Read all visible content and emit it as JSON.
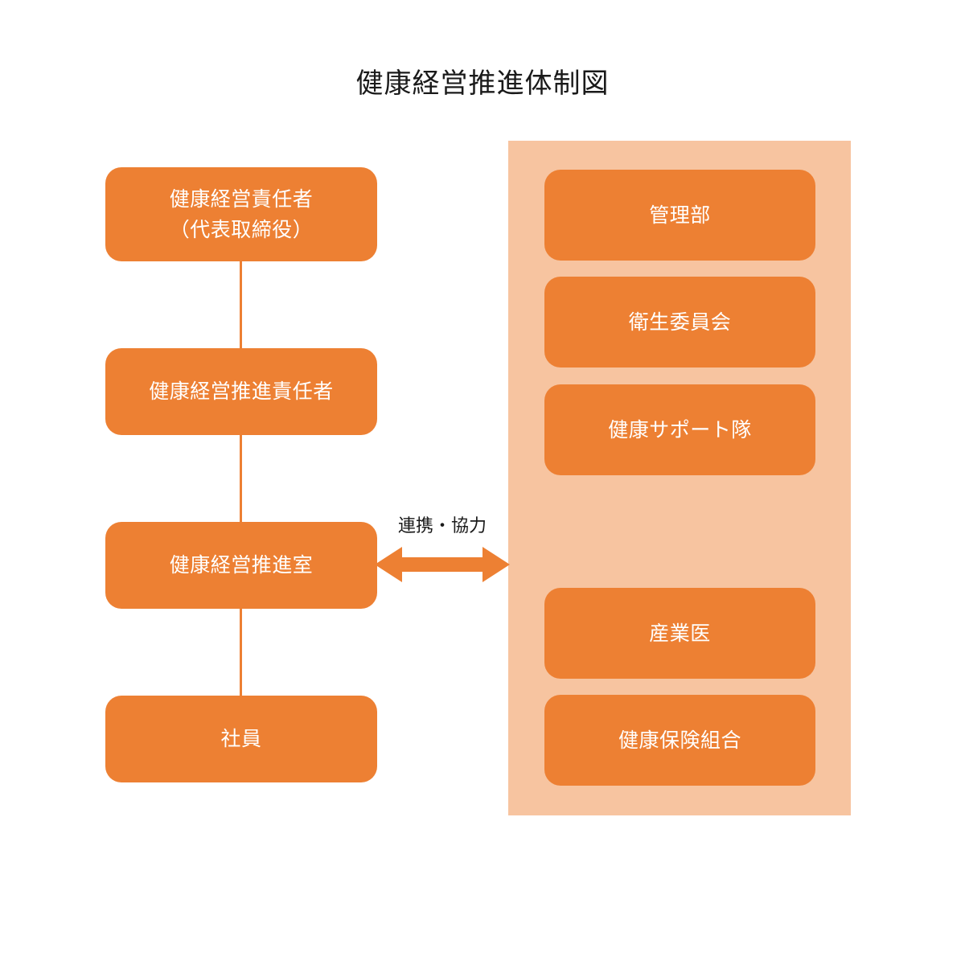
{
  "diagram": {
    "title": "健康経営推進体制図",
    "colors": {
      "node_fill": "#ed8033",
      "panel_fill": "#f7c4a0",
      "node_text": "#ffffff",
      "title_text": "#1a1a1a",
      "connector": "#ed8033",
      "background": "#ffffff"
    },
    "left_column": {
      "nodes": [
        {
          "id": "health-manager",
          "label": "健康経営責任者\n（代表取締役）"
        },
        {
          "id": "promotion-manager",
          "label": "健康経営推進責任者"
        },
        {
          "id": "promotion-office",
          "label": "健康経営推進室"
        },
        {
          "id": "employees",
          "label": "社員"
        }
      ]
    },
    "right_group": {
      "nodes": [
        {
          "id": "admin-department",
          "label": "管理部"
        },
        {
          "id": "health-safety-committee",
          "label": "衛生委員会"
        },
        {
          "id": "health-support-team",
          "label": "健康サポート隊"
        },
        {
          "id": "occupational-physician",
          "label": "産業医"
        },
        {
          "id": "health-insurance-association",
          "label": "健康保険組合"
        }
      ]
    },
    "connector": {
      "arrow_label": "連携・協力",
      "arrow_type": "double-headed"
    }
  }
}
